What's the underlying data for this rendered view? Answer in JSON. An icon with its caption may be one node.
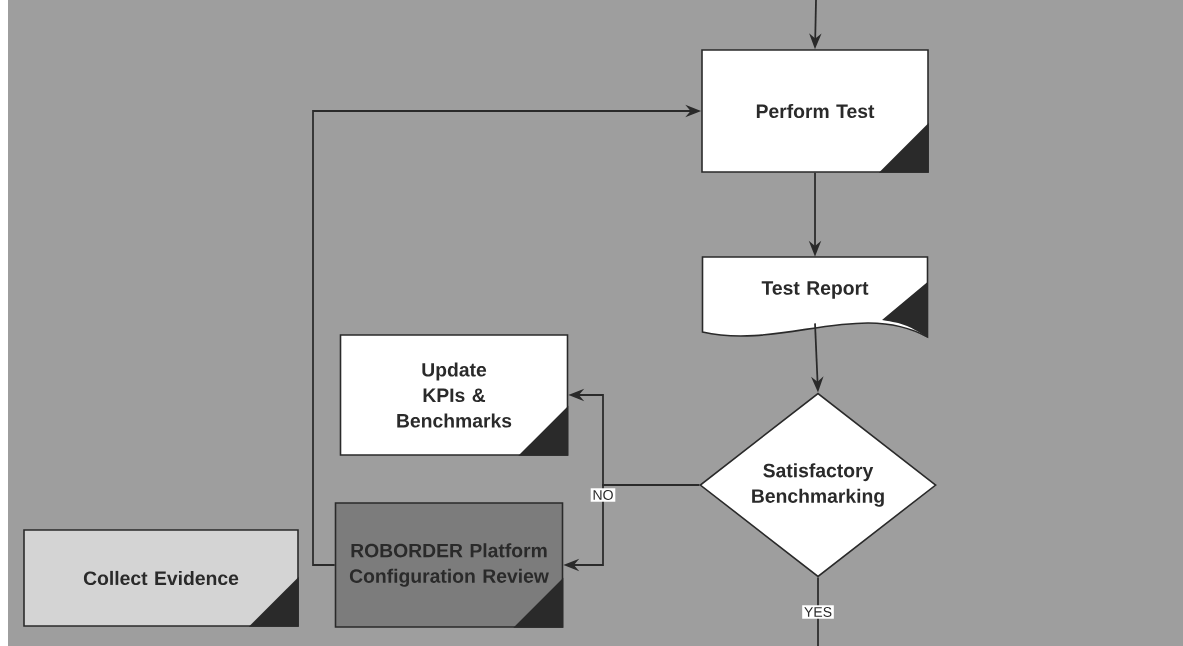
{
  "diagram": {
    "nodes": [
      {
        "text": [
          "Perform Test"
        ]
      },
      {
        "text": [
          "Test Report"
        ]
      },
      {
        "text": [
          "Update KPIs & Benchmarks"
        ]
      },
      {
        "text": [
          "Satisfactory Benchmarking"
        ]
      },
      {
        "text": [
          "ROBORDER Platform Configuration Review"
        ]
      },
      {
        "text": [
          "Collect Evidence"
        ]
      }
    ],
    "edges": [
      {
        "from": null,
        "to": 0,
        "arrow": "to"
      },
      {
        "from": 0,
        "to": 1,
        "arrow": "to"
      },
      {
        "from": 1,
        "to": 3,
        "arrow": "to"
      },
      {
        "from": 3,
        "to": 2,
        "arrow": "to",
        "label": "NO"
      },
      {
        "from": 3,
        "to": 4,
        "arrow": "to"
      },
      {
        "from": 3,
        "to": null,
        "arrow": "none",
        "label": "YES"
      },
      {
        "from": 4,
        "to": 0,
        "arrow": "to"
      }
    ]
  }
}
